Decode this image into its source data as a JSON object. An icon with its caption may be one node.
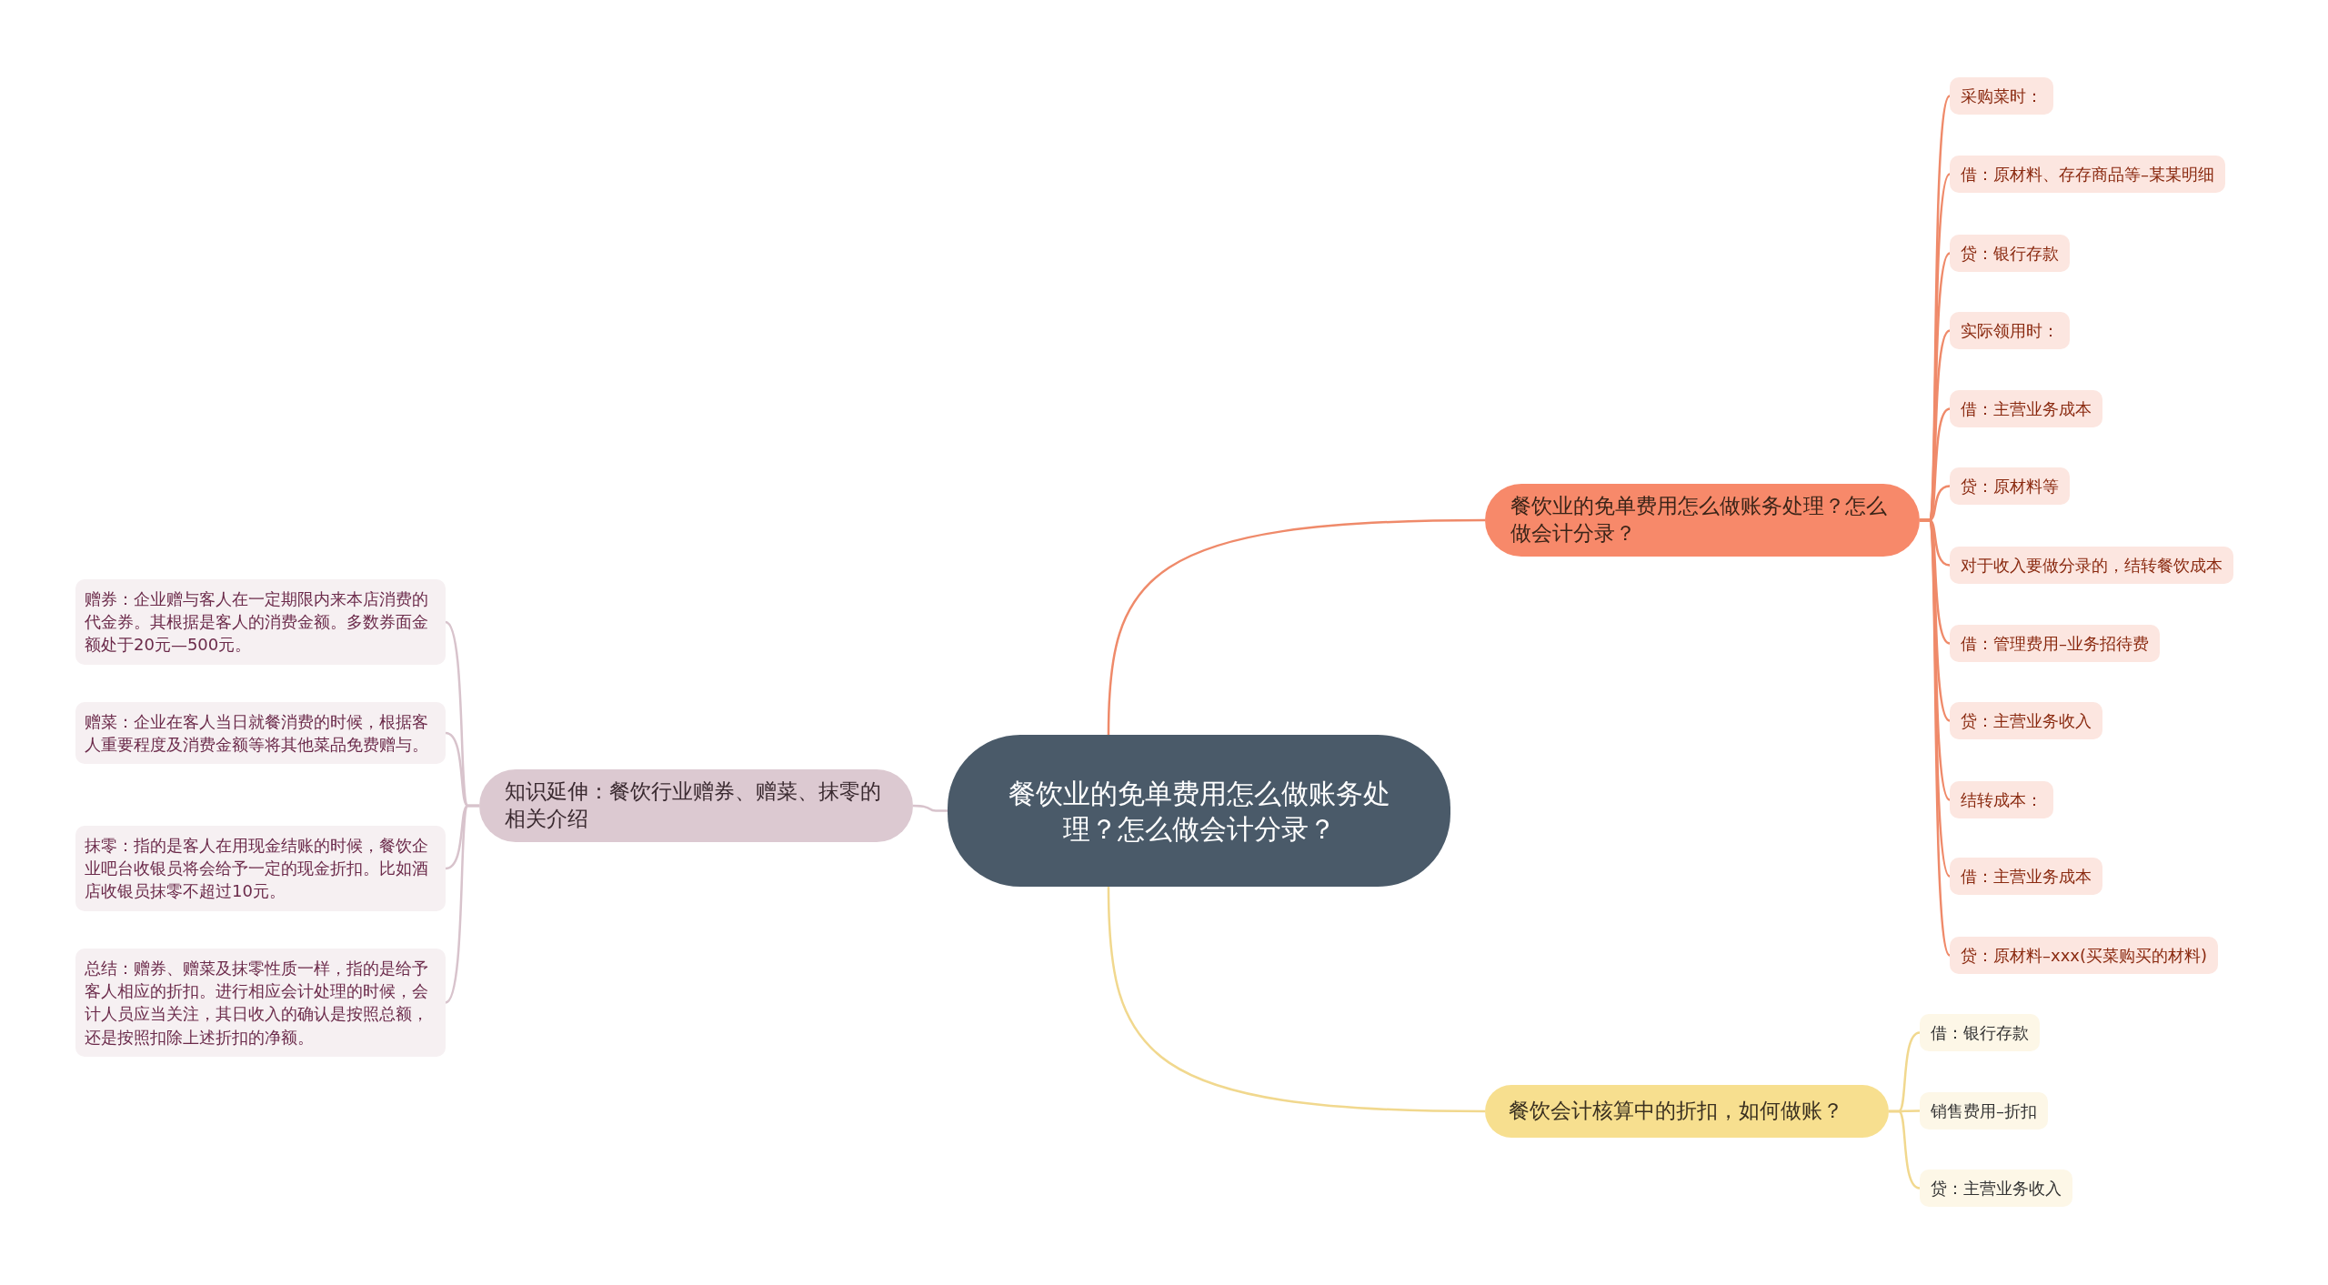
{
  "diagram": {
    "nodes": [
      {
        "text": [
          "餐饮业的免单费用怎么做账务处理？怎么做会计分录？"
        ]
      },
      {
        "text": [
          "餐饮业的免单费用怎么做账务处理？怎么做会计分录？"
        ]
      },
      {
        "text": [
          "采购菜时："
        ]
      },
      {
        "text": [
          "借：原材料、存存商品等–某某明细"
        ]
      },
      {
        "text": [
          "贷：银行存款"
        ]
      },
      {
        "text": [
          "实际领用时："
        ]
      },
      {
        "text": [
          "借：主营业务成本"
        ]
      },
      {
        "text": [
          "贷：原材料等"
        ]
      },
      {
        "text": [
          "对于收入要做分录的，结转餐饮成本"
        ]
      },
      {
        "text": [
          "借：管理费用–业务招待费"
        ]
      },
      {
        "text": [
          "贷：主营业务收入"
        ]
      },
      {
        "text": [
          "结转成本："
        ]
      },
      {
        "text": [
          "借：主营业务成本"
        ]
      },
      {
        "text": [
          "贷：原材料–xxx(买菜购买的材料)"
        ]
      },
      {
        "text": [
          "餐饮会计核算中的折扣，如何做账？"
        ]
      },
      {
        "text": [
          "借：银行存款"
        ]
      },
      {
        "text": [
          "销售费用–折扣"
        ]
      },
      {
        "text": [
          "贷：主营业务收入"
        ]
      },
      {
        "text": [
          "知识延伸：餐饮行业赠券、赠菜、抹零的相关介绍"
        ]
      },
      {
        "text": [
          "赠券：企业赠与客人在一定期限内来本店消费的代金券。其根据是客人的消费金额。多数券面金额处于20元—500元。"
        ]
      },
      {
        "text": [
          "赠菜：企业在客人当日就餐消费的时候，根据客人重要程度及消费金额等将其他菜品免费赠与。"
        ]
      },
      {
        "text": [
          "抹零：指的是客人在用现金结账的时候，餐饮企业吧台收银员将会给予一定的现金折扣。比如酒店收银员抹零不超过10元。"
        ]
      },
      {
        "text": [
          "总结：赠券、赠菜及抹零性质一样，指的是给予客人相应的折扣。进行相应会计处理的时候，会计人员应当关注，其日收入的确认是按照总额，还是按照扣除上述折扣的净额。"
        ]
      }
    ],
    "edges": [
      {
        "from": 0,
        "to": 1,
        "arrow": "none",
        "color": "#ef8a6a"
      },
      {
        "from": 1,
        "to": 2,
        "arrow": "none",
        "color": "#ef8a6a"
      },
      {
        "from": 1,
        "to": 3,
        "arrow": "none",
        "color": "#ef8a6a"
      },
      {
        "from": 1,
        "to": 4,
        "arrow": "none",
        "color": "#ef8a6a"
      },
      {
        "from": 1,
        "to": 5,
        "arrow": "none",
        "color": "#ef8a6a"
      },
      {
        "from": 1,
        "to": 6,
        "arrow": "none",
        "color": "#ef8a6a"
      },
      {
        "from": 1,
        "to": 7,
        "arrow": "none",
        "color": "#ef8a6a"
      },
      {
        "from": 1,
        "to": 8,
        "arrow": "none",
        "color": "#ef8a6a"
      },
      {
        "from": 1,
        "to": 9,
        "arrow": "none",
        "color": "#ef8a6a"
      },
      {
        "from": 1,
        "to": 10,
        "arrow": "none",
        "color": "#ef8a6a"
      },
      {
        "from": 1,
        "to": 11,
        "arrow": "none",
        "color": "#ef8a6a"
      },
      {
        "from": 1,
        "to": 12,
        "arrow": "none",
        "color": "#ef8a6a"
      },
      {
        "from": 1,
        "to": 13,
        "arrow": "none",
        "color": "#ef8a6a"
      },
      {
        "from": 0,
        "to": 14,
        "arrow": "none",
        "color": "#f1d88e"
      },
      {
        "from": 14,
        "to": 15,
        "arrow": "none",
        "color": "#f1d88e"
      },
      {
        "from": 14,
        "to": 16,
        "arrow": "none",
        "color": "#f1d88e"
      },
      {
        "from": 14,
        "to": 17,
        "arrow": "none",
        "color": "#f1d88e"
      },
      {
        "from": 0,
        "to": 18,
        "arrow": "none",
        "color": "#d8c3cc"
      },
      {
        "from": 18,
        "to": 19,
        "arrow": "none",
        "color": "#d8c3cc"
      },
      {
        "from": 18,
        "to": 20,
        "arrow": "none",
        "color": "#d8c3cc"
      },
      {
        "from": 18,
        "to": 21,
        "arrow": "none",
        "color": "#d8c3cc"
      },
      {
        "from": 18,
        "to": 22,
        "arrow": "none",
        "color": "#d8c3cc"
      }
    ]
  }
}
